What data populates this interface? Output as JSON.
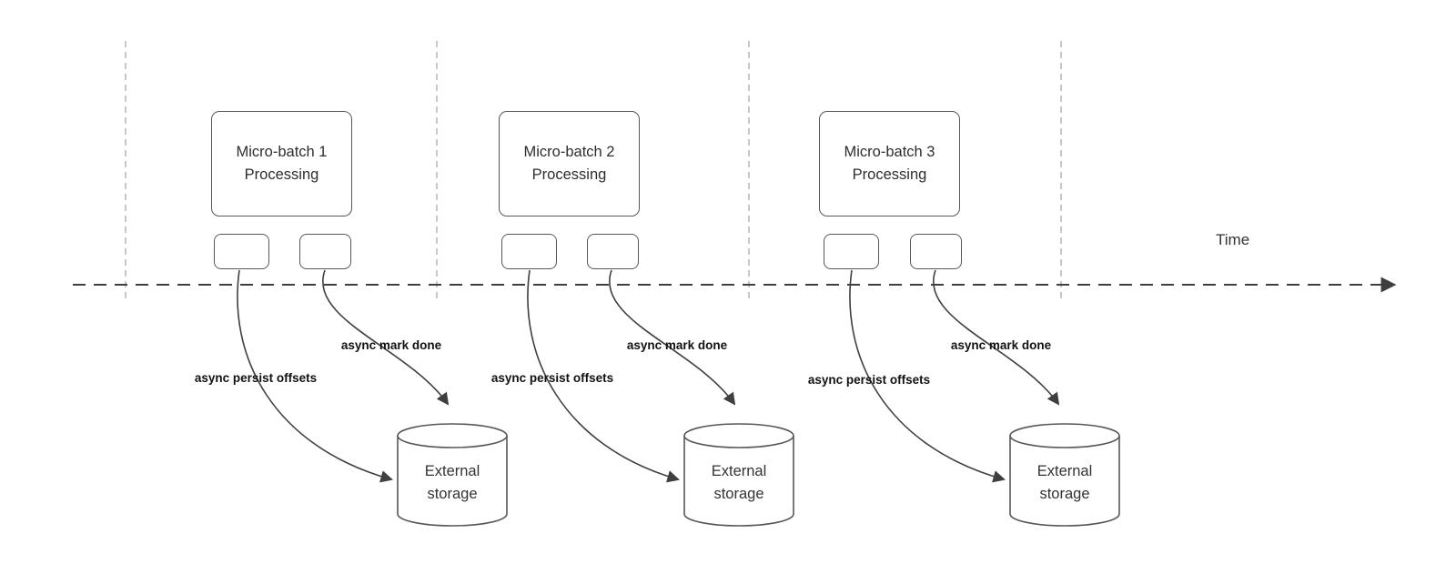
{
  "diagram": {
    "time_label": "Time",
    "groups": [
      {
        "title": "Micro-batch 1\nProcessing",
        "persist_label": "async persist offsets",
        "mark_done_label": "async mark done",
        "storage_label": "External\nstorage"
      },
      {
        "title": "Micro-batch 2\nProcessing",
        "persist_label": "async persist offsets",
        "mark_done_label": "async mark done",
        "storage_label": "External\nstorage"
      },
      {
        "title": "Micro-batch 3\nProcessing",
        "persist_label": "async persist offsets",
        "mark_done_label": "async mark done",
        "storage_label": "External\nstorage"
      }
    ],
    "colors": {
      "line": "#3f3f3f",
      "guide_line": "#bbbbbb",
      "text": "#333333",
      "background": "#ffffff"
    }
  }
}
